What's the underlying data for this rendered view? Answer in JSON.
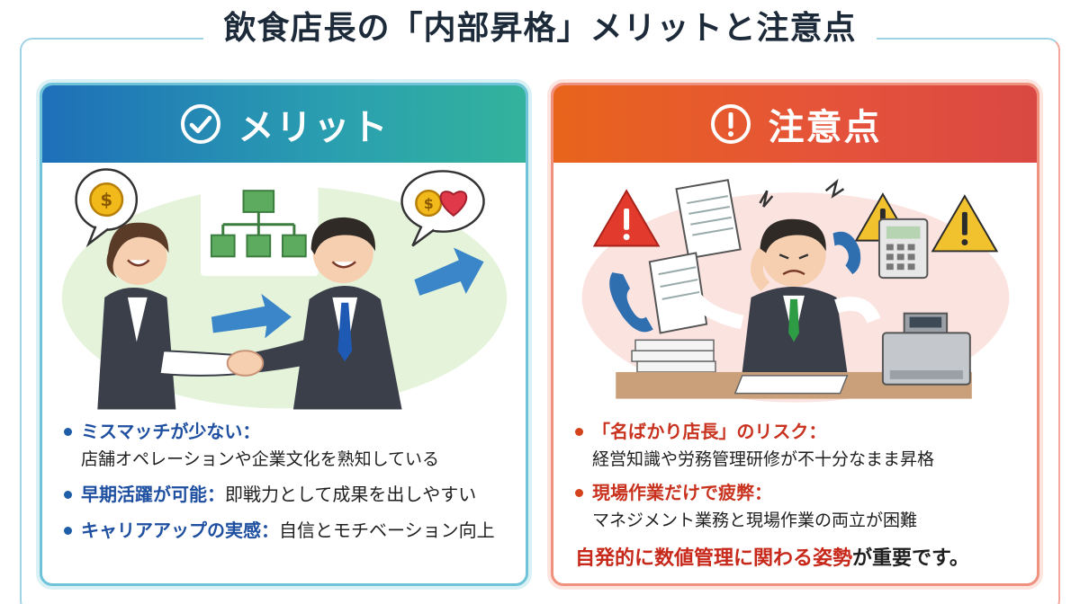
{
  "title": "飲食店長の「内部昇格」メリットと注意点",
  "merit": {
    "header": "メリット",
    "icon": "check-circle-icon",
    "bullets": [
      {
        "head": "ミスマッチが少ない：",
        "text": "店舗オペレーションや企業文化を熟知している"
      },
      {
        "head": "早期活躍が可能：",
        "text": "即戦力として成果を出しやすい"
      },
      {
        "head": "キャリアアップの実感：",
        "text": "自信とモチベーション向上"
      }
    ]
  },
  "caution": {
    "header": "注意点",
    "icon": "exclamation-circle-icon",
    "bullets": [
      {
        "head": "「名ばかり店長」のリスク：",
        "text": "経営知識や労務管理研修が不十分なまま昇格"
      },
      {
        "head": "現場作業だけで疲弊：",
        "text": "マネジメント業務と現場作業の両立が困難"
      }
    ],
    "emphasis_red": "自発的に数値管理に関わる姿勢",
    "emphasis_rest": "が重要です。"
  },
  "colors": {
    "merit_accent": "#1e6fb8",
    "caution_accent": "#e8641c",
    "merit_text": "#1e4fa0",
    "caution_text": "#c8321e"
  }
}
